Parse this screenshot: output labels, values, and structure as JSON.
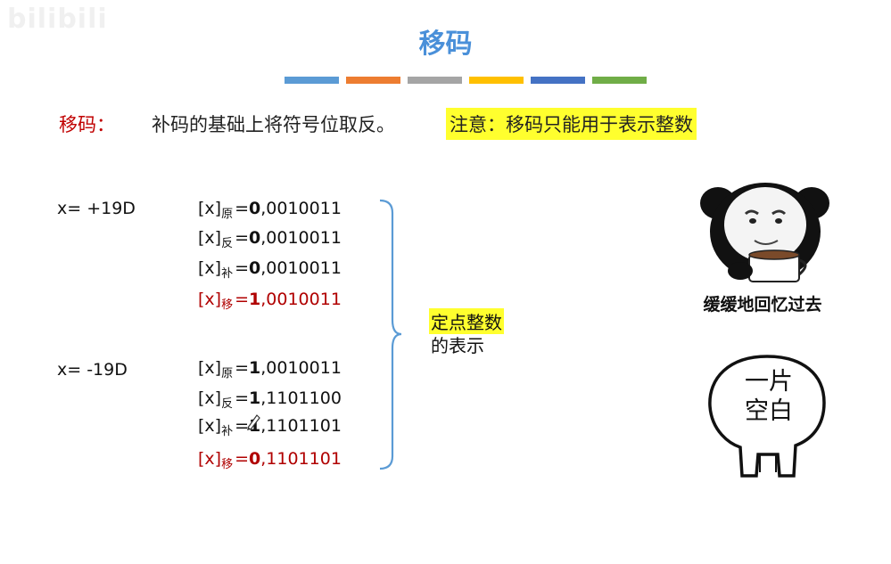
{
  "watermark": "bilibili",
  "title": "移码",
  "color_bars": [
    "#5b9bd5",
    "#ed7d31",
    "#a5a5a5",
    "#ffc000",
    "#4472c4",
    "#70ad47"
  ],
  "definition": {
    "label": "移码：",
    "text": "补码的基础上将符号位取反。",
    "note": "注意：移码只能用于表示整数"
  },
  "positive": {
    "x": "x= +19D",
    "rows": [
      {
        "head": "[x]",
        "sub": "原",
        "eq": "=",
        "sign": "0",
        "bits": ",0010011"
      },
      {
        "head": "[x]",
        "sub": "反",
        "eq": "=",
        "sign": "0",
        "bits": ",0010011"
      },
      {
        "head": "[x]",
        "sub": "补",
        "eq": "=",
        "sign": "0",
        "bits": ",0010011"
      },
      {
        "head": "[x]",
        "sub": "移",
        "eq": "=",
        "sign": "1",
        "bits": ",0010011"
      }
    ]
  },
  "negative": {
    "x": "x= -19D",
    "rows": [
      {
        "head": "[x]",
        "sub": "原",
        "eq": "=",
        "sign": "1",
        "bits": ",0010011"
      },
      {
        "head": "[x]",
        "sub": "反",
        "eq": "=",
        "sign": "1",
        "bits": ",1101100"
      },
      {
        "head": "[x]",
        "sub": "补",
        "eq": "=",
        "sign": "1",
        "bits": ",1101101"
      },
      {
        "head": "[x]",
        "sub": "移",
        "eq": "=",
        "sign": "0",
        "bits": ",1101101"
      }
    ]
  },
  "conclusion": {
    "highlight": "定点整数",
    "text": "的表示"
  },
  "memes": {
    "panda_caption": "缓缓地回忆过去",
    "blank_line1": "一片",
    "blank_line2": "空白"
  }
}
